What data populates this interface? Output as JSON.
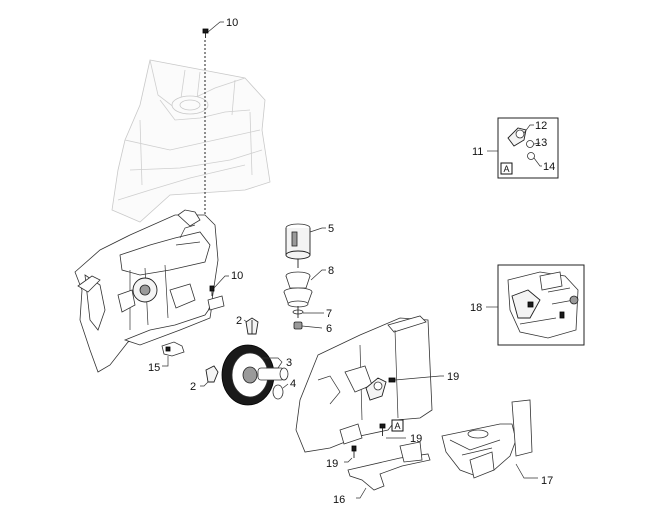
{
  "callouts": {
    "c10_top": "10",
    "c10_mid": "10",
    "c11": "11",
    "c12": "12",
    "c13": "13",
    "c14": "14",
    "c5": "5",
    "c8": "8",
    "c7": "7",
    "c6": "6",
    "c2_upper": "2",
    "c3": "3",
    "c2_lower": "2",
    "c4": "4",
    "c15": "15",
    "c18": "18",
    "c19_a": "19",
    "c19_b": "19",
    "c19_c": "19",
    "c16": "16",
    "c17": "17"
  },
  "detail_markers": {
    "inset_marker": "A",
    "body_marker": "A"
  }
}
